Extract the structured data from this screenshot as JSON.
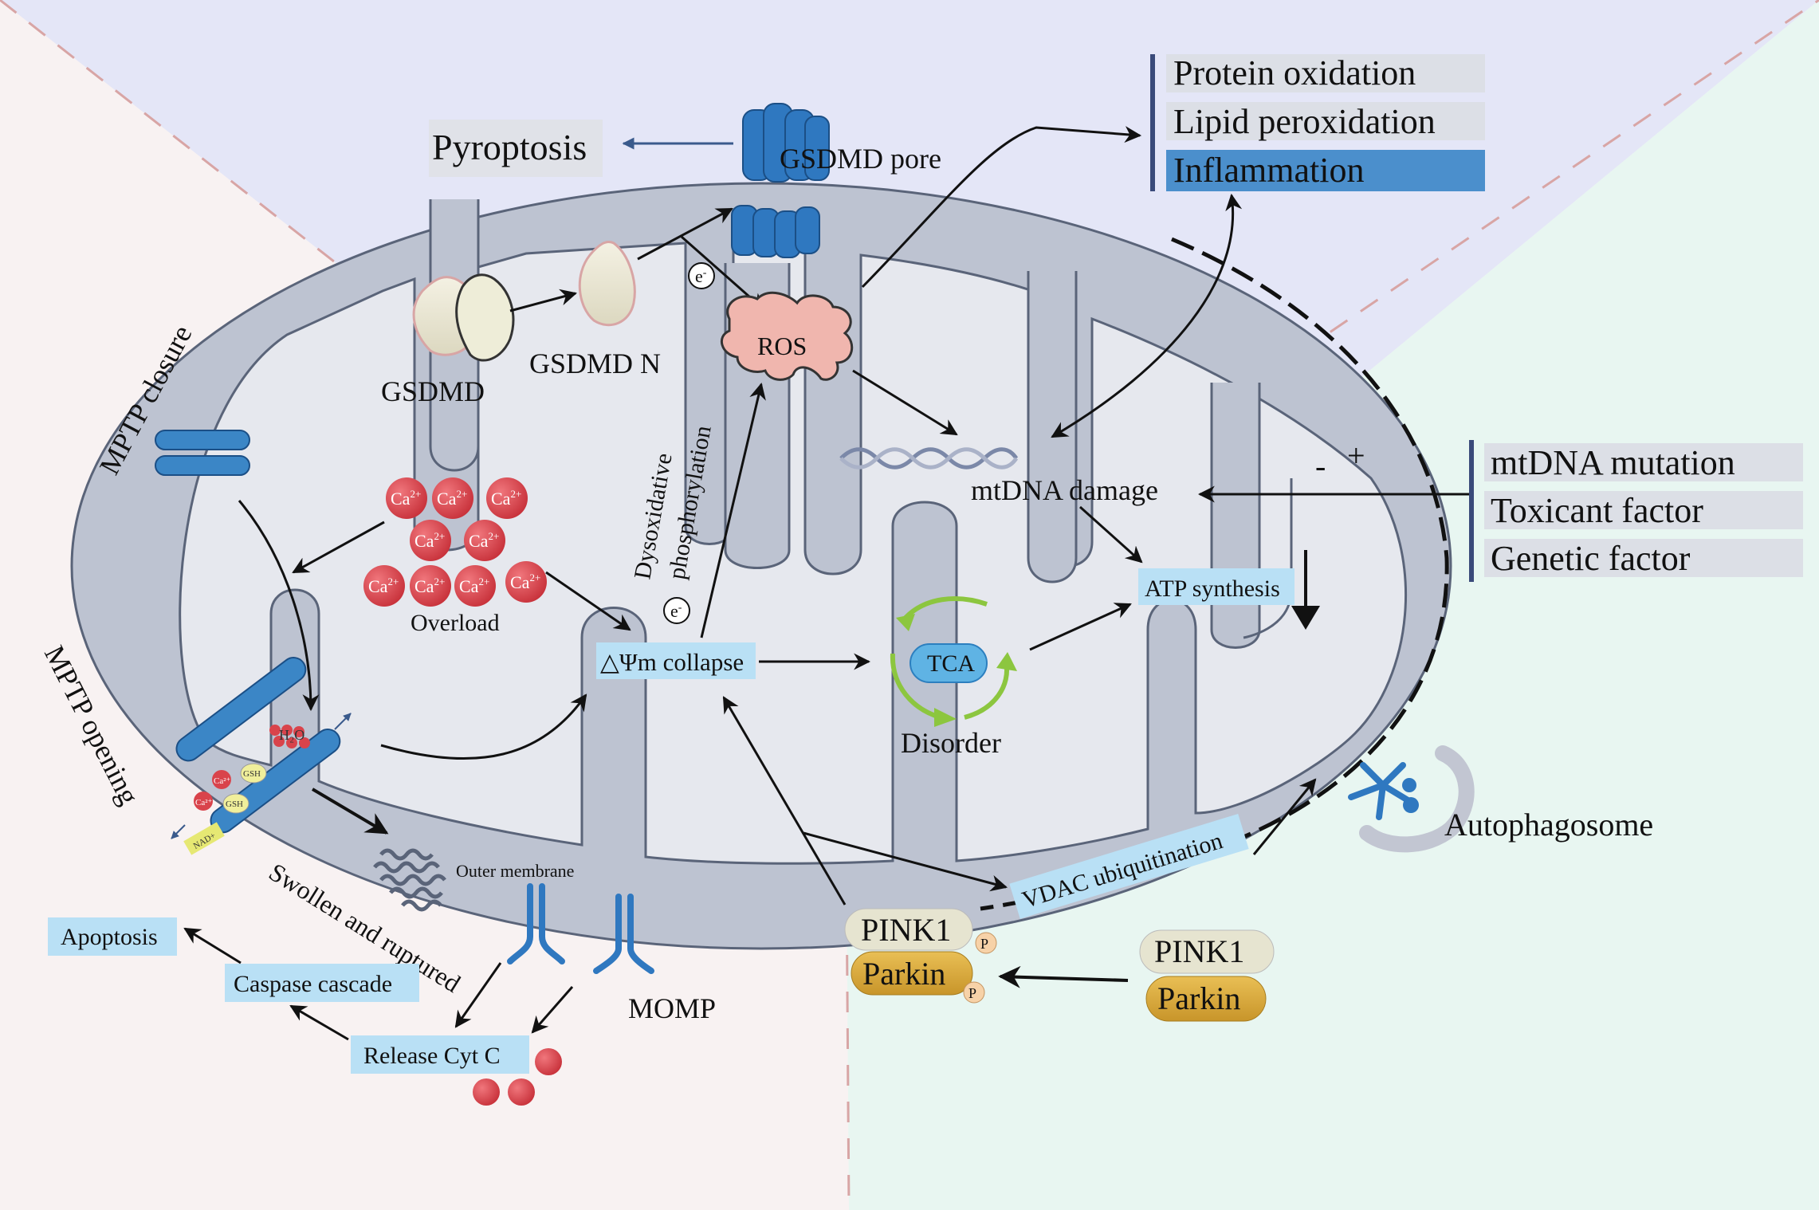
{
  "labels": {
    "pyroptosis": "Pyroptosis",
    "gsdmd_pore": "GSDMD pore",
    "gsdmd": "GSDMD",
    "gsdmd_n": "GSDMD N",
    "ros": "ROS",
    "electron": "e",
    "electron_sup": "-",
    "dysox_line1": "Dysoxidative",
    "dysox_line2": "phosphorylation",
    "mptp_closure": "MPTP closure",
    "mptp_opening": "MPTP opening",
    "ca": "Ca",
    "ca_sup": "2+",
    "overload": "Overload",
    "psi_collapse": "△Ψm collapse",
    "mtdna_damage": "mtDNA damage",
    "atp_synthesis": "ATP synthesis",
    "tca": "TCA",
    "disorder": "Disorder",
    "minus": "-",
    "plus": "+",
    "autophagosome": "Autophagosome",
    "vdac": "VDAC ubiquitination",
    "pink1": "PINK1",
    "parkin": "Parkin",
    "p": "P",
    "outer_membrane": "Outer membrane",
    "swollen": "Swollen and ruptured",
    "apoptosis": "Apoptosis",
    "caspase": "Caspase cascade",
    "release_cytc": "Release Cyt C",
    "momp": "MOMP",
    "h2o": "H₂O",
    "gsh": "GSH",
    "nad": "NAD+",
    "ca2": "Ca²⁺"
  },
  "top_right_list": [
    "Protein oxidation",
    "Lipid peroxidation",
    "Inflammation"
  ],
  "right_list": [
    "mtDNA mutation",
    "Toxicant factor",
    "Genetic factor"
  ],
  "colors": {
    "pink_region": "#f8f2f2",
    "blue_region": "#e4e6f7",
    "green_region": "#e8f6f1",
    "membrane": "#bdc3d1",
    "matrix": "#e6e8ee",
    "light_blue_box": "#b9e0f5",
    "dark_blue_box": "#4b8fcc",
    "grey_box": "#dde0e8",
    "ros": "#f0b6ae",
    "ca": "#d9434b",
    "gold": "#d6a53a",
    "tca_green": "#8cc63f"
  }
}
